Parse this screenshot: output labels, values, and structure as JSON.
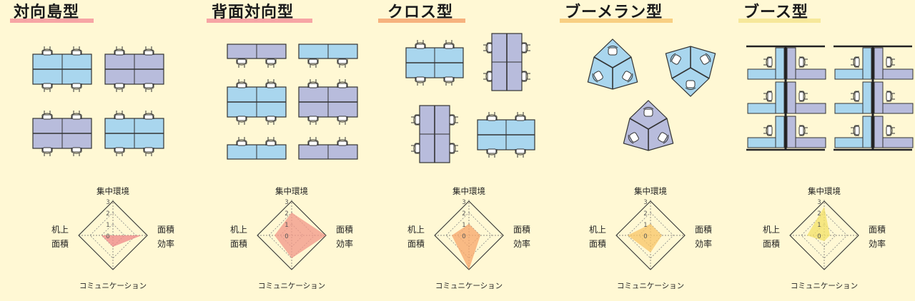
{
  "layouts": [
    {
      "id": "taikou",
      "title": "対向島型",
      "accent": "#f7a5a5",
      "radar_fill": "#f08a8a",
      "scores": {
        "concentration": 0,
        "area_efficiency": 2.5,
        "communication": 1,
        "desk_area": 1
      }
    },
    {
      "id": "haimen",
      "title": "背面対向型",
      "accent": "#f7a5a5",
      "radar_fill": "#f29a8a",
      "scores": {
        "concentration": 2,
        "area_efficiency": 3,
        "communication": 2,
        "desk_area": 1.5
      }
    },
    {
      "id": "cross",
      "title": "クロス型",
      "accent": "#f6b27e",
      "radar_fill": "#f7a86d",
      "scores": {
        "concentration": 1,
        "area_efficiency": 1,
        "communication": 3,
        "desk_area": 1.5
      }
    },
    {
      "id": "boomerang",
      "title": "ブーメラン型",
      "accent": "#f8cf82",
      "radar_fill": "#f8c66a",
      "scores": {
        "concentration": 1,
        "area_efficiency": 1,
        "communication": 1.5,
        "desk_area": 2
      }
    },
    {
      "id": "booth",
      "title": "ブース型",
      "accent": "#f6e89a",
      "radar_fill": "#f4e26a",
      "scores": {
        "concentration": 2.5,
        "area_efficiency": 0.5,
        "communication": 0.5,
        "desk_area": 1.5
      }
    }
  ],
  "radar_labels": {
    "top": "集中環境",
    "right": [
      "面積",
      "効率"
    ],
    "bottom": "コミュニケーション",
    "left": [
      "机上",
      "面積"
    ]
  },
  "radar_ticks": [
    "0",
    "1",
    "2",
    "3"
  ],
  "colors": {
    "desk_blue": "#a9d6ee",
    "desk_purple": "#b8bcdc",
    "outline": "#333333"
  }
}
